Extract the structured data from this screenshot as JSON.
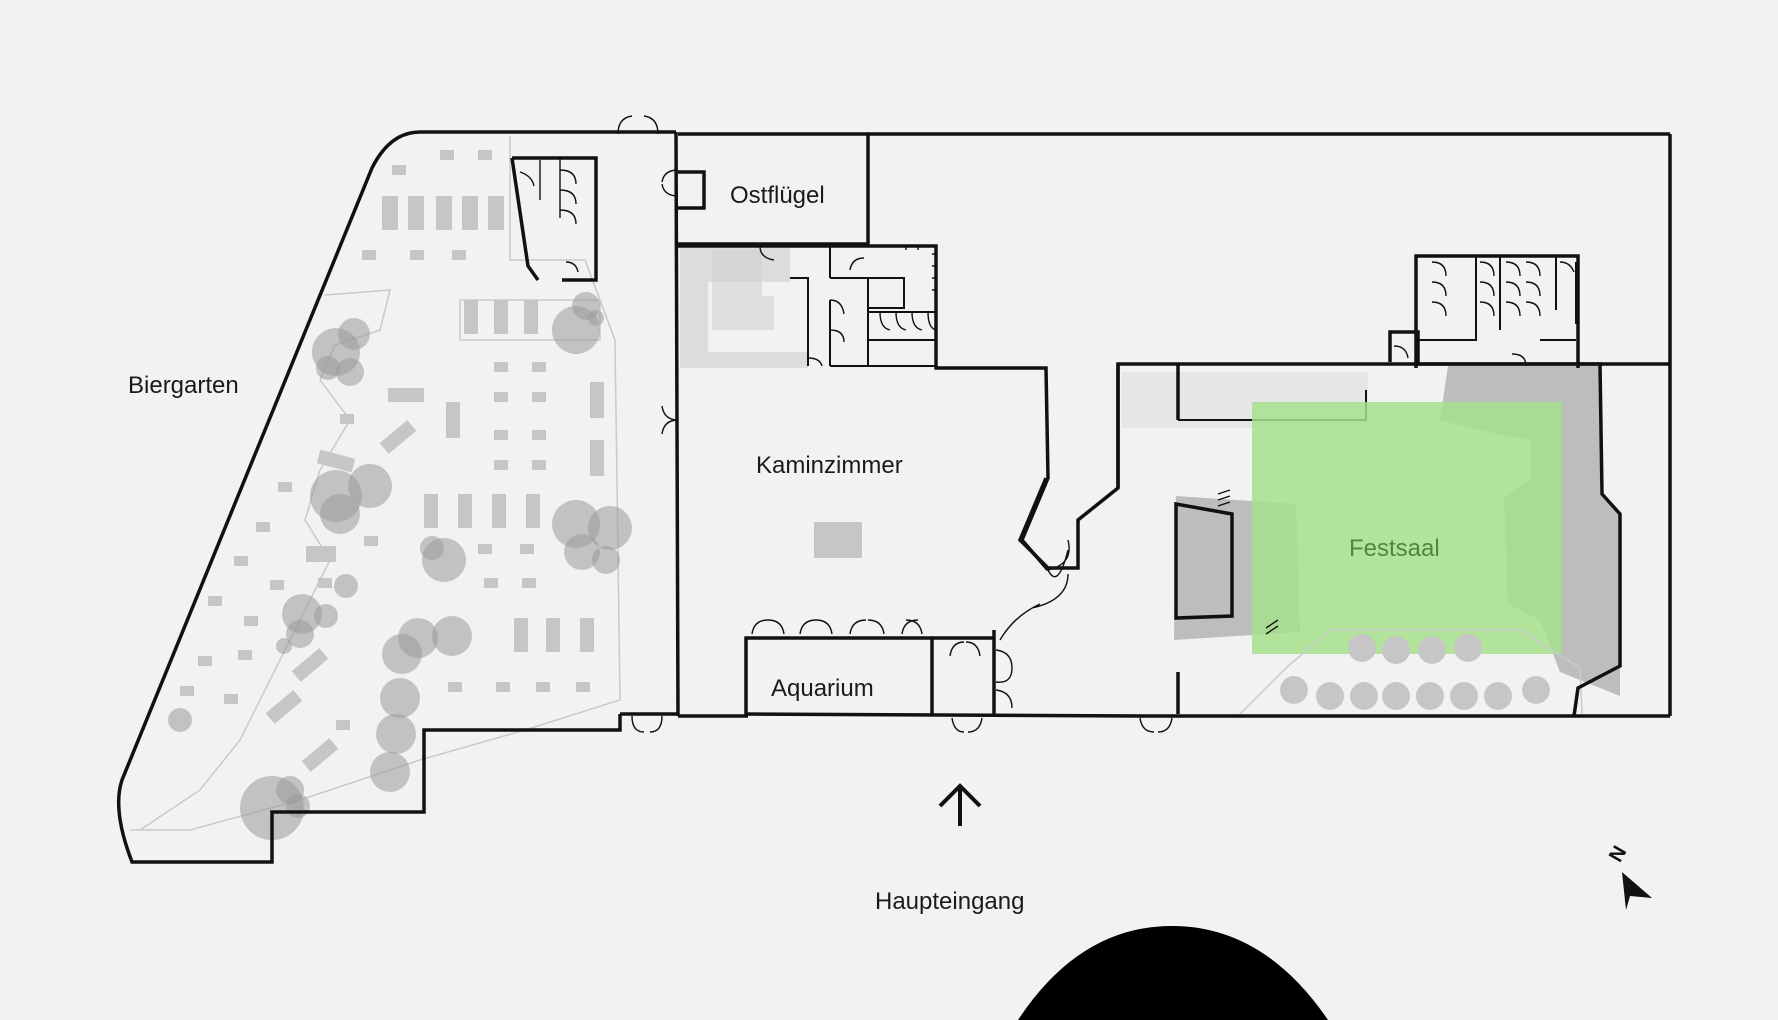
{
  "rooms": {
    "biergarten": "Biergarten",
    "ostfluegel": "Ostflügel",
    "kaminzimmer": "Kaminzimmer",
    "aquarium": "Aquarium",
    "festsaal": "Festsaal"
  },
  "entrance": {
    "label": "Haupteingang",
    "icon": "arrow-up-icon"
  },
  "compass": {
    "letter": "N",
    "icon": "north-arrow-icon"
  },
  "colors": {
    "background": "#f2f2f2",
    "walls": "#111111",
    "festsaal_highlight": "#a6e08c",
    "festsaal_label": "#4c8a3a",
    "furniture": "#c6c6c6"
  }
}
